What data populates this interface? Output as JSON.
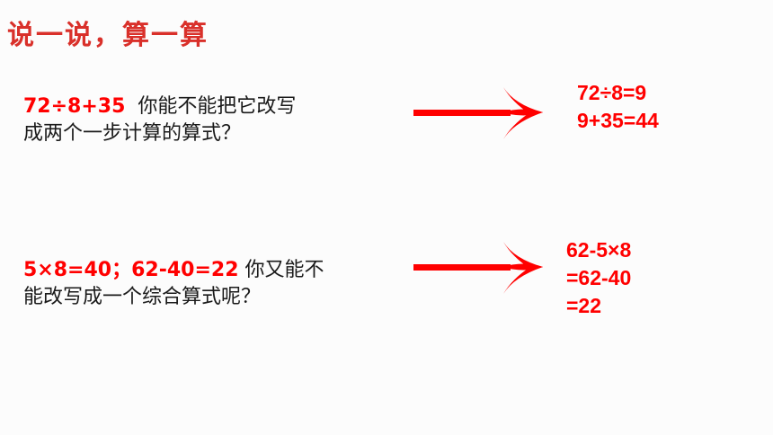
{
  "title": "说一说，算一算",
  "question1": {
    "expr": "72÷8+35",
    "line1_rest": "  你能不能把它改写",
    "line2": "成两个一步计算的算式？"
  },
  "answer1": {
    "lines": [
      "72÷8=9",
      "9+35=44"
    ]
  },
  "question2": {
    "expr": "5×8=40；62-40=22",
    "line1_rest": " 你又能不",
    "line2": "能改写成一个综合算式呢？"
  },
  "answer2": {
    "lines": [
      "62-5×8",
      "=62-40",
      "=22"
    ]
  },
  "colors": {
    "accent": "#ff0000",
    "title": "#d9302a",
    "text": "#1a1a1a"
  },
  "icons": [
    "right-arrow-icon",
    "right-arrow-icon"
  ]
}
